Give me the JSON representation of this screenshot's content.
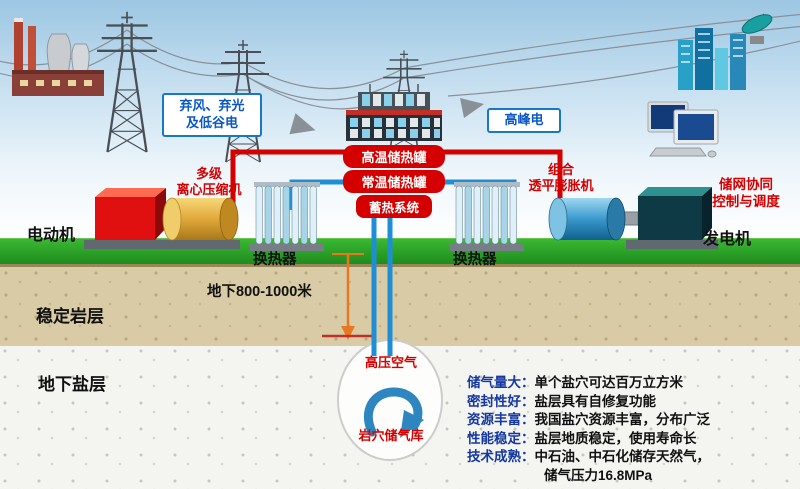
{
  "callouts": {
    "curtailed_line1": "弃风、弃光",
    "curtailed_line2": "及低谷电",
    "peak": "高峰电"
  },
  "tanks": {
    "hot": "高温储热罐",
    "cold": "常温储热罐",
    "system": "蓄热系统"
  },
  "machines": {
    "compressor_line1": "多级",
    "compressor_line2": "离心压缩机",
    "expander_line1": "组合",
    "expander_line2": "透平膨胀机",
    "control_line1": "储网协同",
    "control_line2": "控制与调度",
    "motor": "电动机",
    "generator": "发电机",
    "heat_exchanger": "换热器"
  },
  "underground": {
    "depth": "地下800-1000米",
    "rock_layer": "稳定岩层",
    "salt_layer": "地下盐层",
    "air": "高压空气",
    "cavern": "岩穴储气库"
  },
  "features": {
    "items": [
      {
        "k": "储气量大：",
        "v": "单个盐穴可达百万立方米"
      },
      {
        "k": "密封性好：",
        "v": "盐层具有自修复功能"
      },
      {
        "k": "资源丰富：",
        "v": "我国盐穴资源丰富，分布广泛"
      },
      {
        "k": "性能稳定：",
        "v": "盐层地质稳定，使用寿命长"
      },
      {
        "k": "技术成熟：",
        "v": "中石油、中石化储存天然气，"
      },
      {
        "k": "",
        "v": "储气压力16.8MPa"
      }
    ]
  },
  "icons": [
    "factory-icon",
    "power-tower-icon",
    "power-line-icon",
    "substation-icon",
    "city-buildings-icon",
    "radar-icon",
    "computer-icon",
    "motor-icon",
    "compressor-icon",
    "heat-exchanger-icon",
    "expander-icon",
    "generator-icon",
    "cavern-icon",
    "air-swirl-icon",
    "depth-arrow-icon"
  ],
  "colors": {
    "hot_pipe": "#d40000",
    "cold_pipe": "#1e8fd5",
    "callout_blue": "#0a58c8",
    "feature_key_blue": "#1538a0",
    "depth_arrow_orange": "#e87820"
  }
}
